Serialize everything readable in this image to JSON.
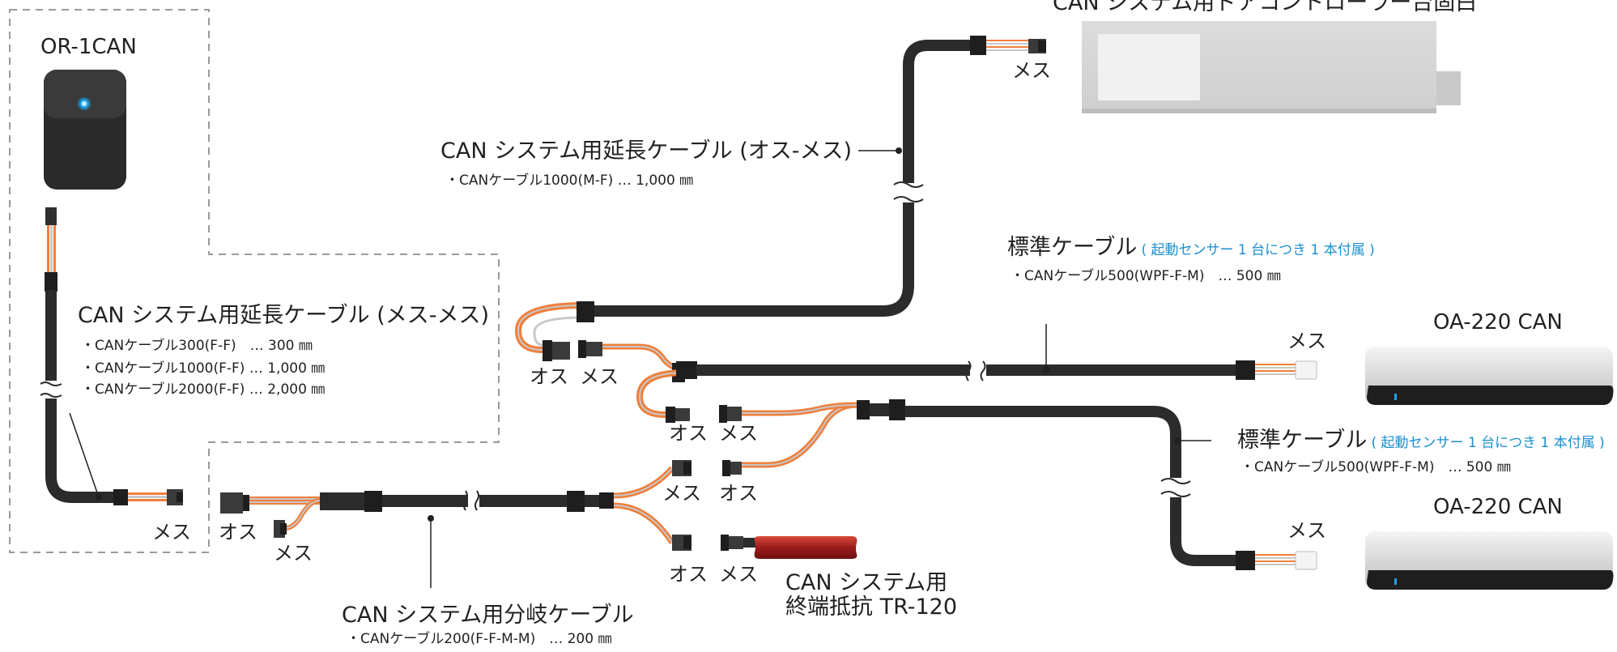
{
  "devices": {
    "or1can": "OR-1CAN",
    "controller": "CAN システム用ドアコントローラー台固白",
    "oa220_top": "OA-220 CAN",
    "oa220_bottom": "OA-220 CAN",
    "terminator_line1": "CAN システム用",
    "terminator_line2": "終端抵抗 TR-120"
  },
  "cables": {
    "ext_mm": {
      "title": "CAN システム用延長ケーブル (メス-メス)",
      "specs": [
        "・CANケーブル300(F-F)　…  300 ㎜",
        "・CANケーブル1000(F-F)  …  1,000 ㎜",
        "・CANケーブル2000(F-F)  …  2,000 ㎜"
      ]
    },
    "ext_om": {
      "title": "CAN システム用延長ケーブル (オス-メス)",
      "spec": "・CANケーブル1000(M-F)  …  1,000 ㎜"
    },
    "std_top": {
      "title": "標準ケーブル",
      "note": "( 起動センサー 1 台につき 1 本付属 )",
      "spec": "・CANケーブル500(WPF-F-M)　…  500 ㎜"
    },
    "std_bottom": {
      "title": "標準ケーブル",
      "note": "( 起動センサー 1 台につき 1 本付属 )",
      "spec": "・CANケーブル500(WPF-F-M)　…  500 ㎜"
    },
    "branch": {
      "title": "CAN システム用分岐ケーブル",
      "spec": "・CANケーブル200(F-F-M-M)　…  200 ㎜"
    }
  },
  "connector_labels": {
    "male": "オス",
    "female": "メス"
  },
  "colors": {
    "cable_black": "#2b2b2b",
    "wire_orange": "#f07f3c",
    "wire_gray": "#c8c8c8",
    "dashed_border": "#9a9a9a",
    "note_blue": "#1a8fd0",
    "terminator_red": "#b52424"
  }
}
